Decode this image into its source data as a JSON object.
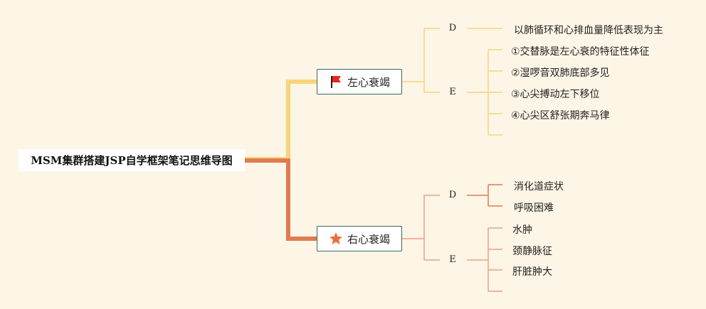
{
  "root": {
    "label": "MSM集群搭建JSP自学框架笔记思维导图"
  },
  "colors": {
    "left_branch": "#f7d57a",
    "right_branch": "#e07b50",
    "background": "#fdf5e6",
    "node_border": "#3d6b5a"
  },
  "branches": [
    {
      "label": "左心衰竭",
      "icon": "red-flag-icon",
      "groups": [
        {
          "key": "D",
          "items": [
            "以肺循环和心排血量降低表现为主"
          ]
        },
        {
          "key": "E",
          "items": [
            "①交替脉是左心衰的特征性体征",
            "②湿啰音双肺底部多见",
            "③心尖搏动左下移位",
            "④心尖区舒张期奔马律",
            ""
          ]
        }
      ]
    },
    {
      "label": "右心衰竭",
      "icon": "orange-star-icon",
      "groups": [
        {
          "key": "D",
          "items": [
            "消化道症状",
            "呼吸困难"
          ]
        },
        {
          "key": "E",
          "items": [
            "水肿",
            "颈静脉征",
            "肝脏肿大",
            ""
          ]
        }
      ]
    }
  ]
}
